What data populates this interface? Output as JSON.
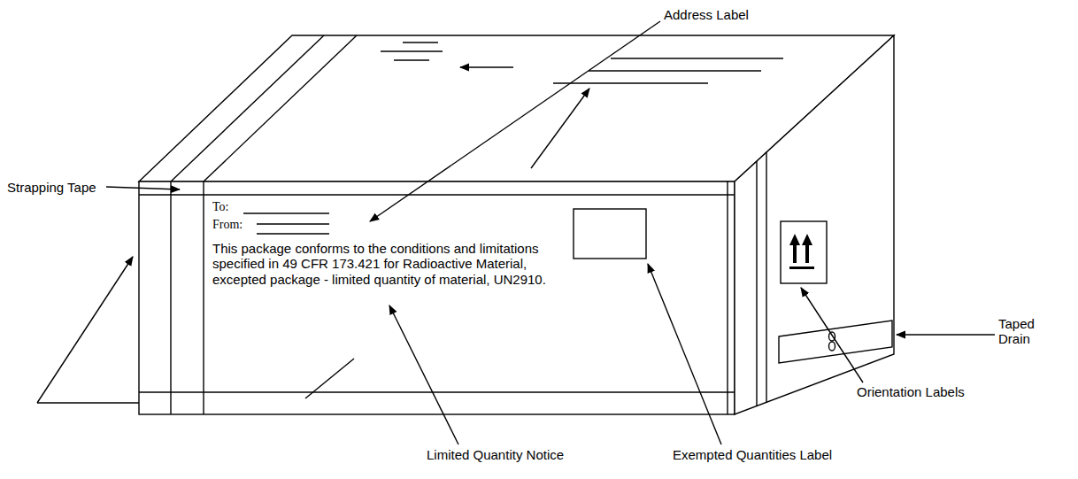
{
  "diagram": {
    "labels": [
      "Address Label",
      "Strapping Tape",
      "To:",
      "From:",
      "This package conforms to the conditions and limitations specified in 49 CFR 173.421 for Radioactive Material, excepted package - limited quantity of material, UN2910.",
      "Limited Quantity Notice",
      "Exempted Quantities Label",
      "Orientation Labels",
      "Taped Drain"
    ]
  }
}
